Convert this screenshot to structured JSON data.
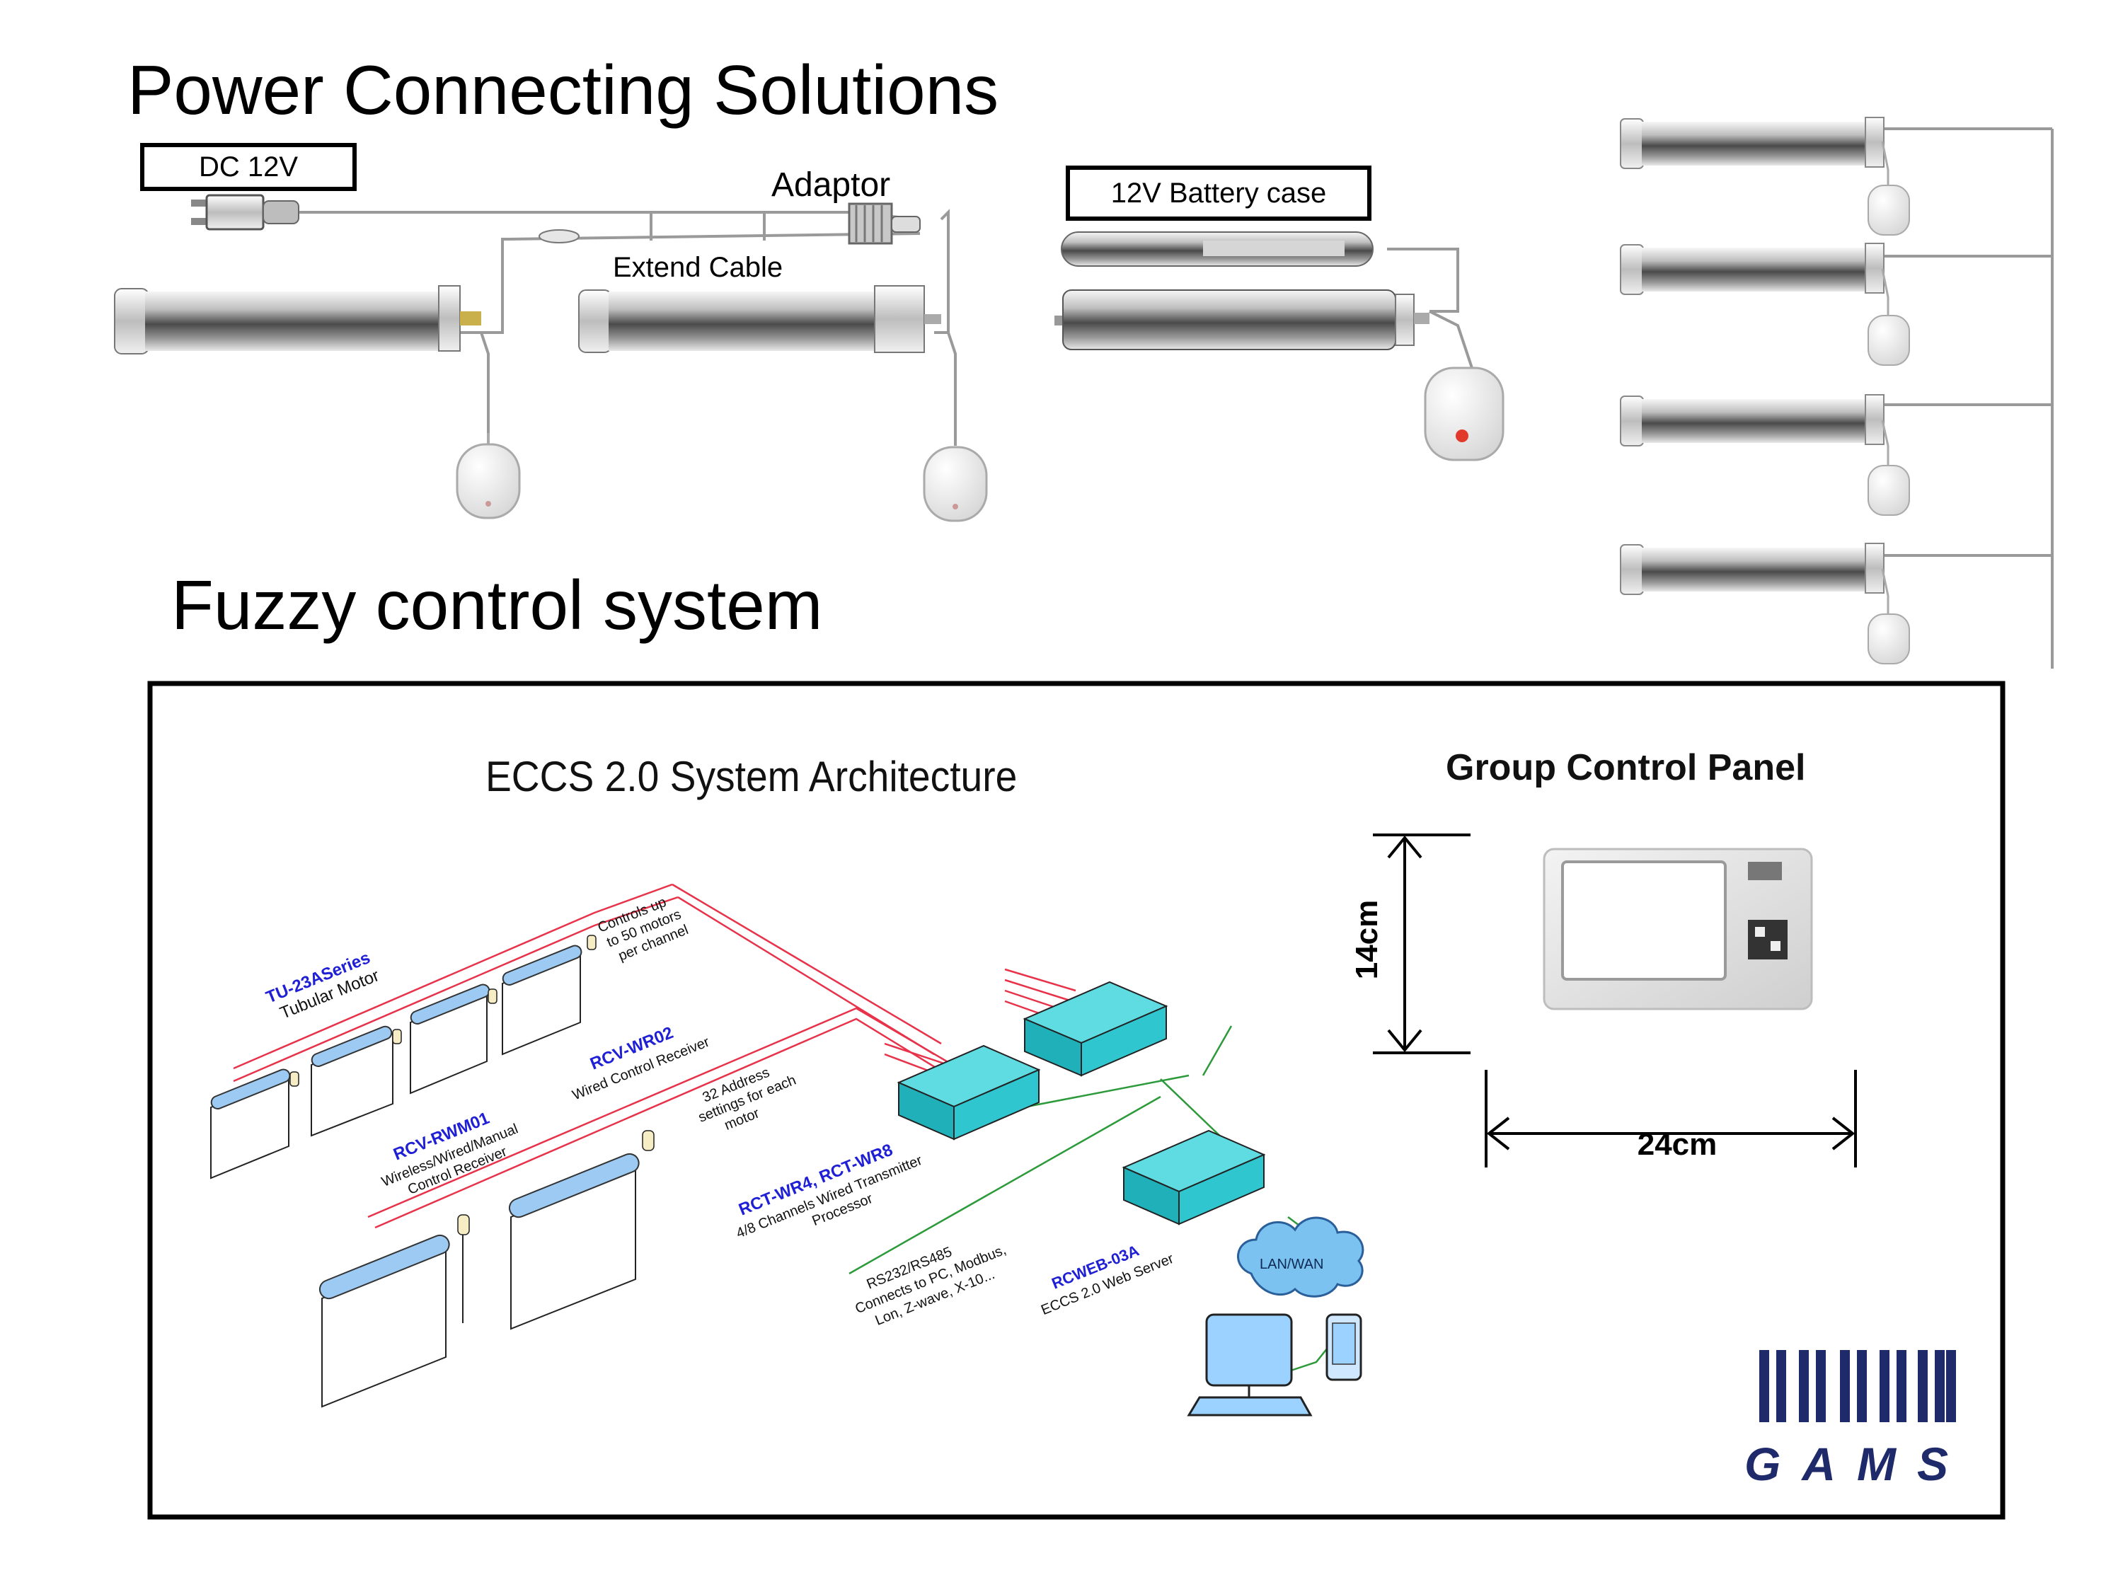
{
  "header": {
    "title": "Power Connecting Solutions",
    "subtitle": "Fuzzy control system"
  },
  "power": {
    "dc_label": "DC 12V",
    "adaptor_label": "Adaptor",
    "extend_cable_label": "Extend Cable",
    "battery_label": "12V Battery case"
  },
  "eccs": {
    "title": "ECCS 2.0  System Architecture",
    "tu_model": "TU-23ASeries",
    "tu_desc": "Tubular Motor",
    "controls_note_1": "Controls up",
    "controls_note_2": "to 50 motors",
    "controls_note_3": "per channel",
    "rcv_wr02_model": "RCV-WR02",
    "rcv_wr02_desc": "Wired Control Receiver",
    "address_note_1": "32 Address",
    "address_note_2": "settings for each",
    "address_note_3": "motor",
    "rcv_rwm01_model": "RCV-RWM01",
    "rcv_rwm01_desc_1": "Wireless/Wired/Manual",
    "rcv_rwm01_desc_2": "Control Receiver",
    "rct_model": "RCT-WR4, RCT-WR8",
    "rct_desc_1": "4/8 Channels Wired Transmitter",
    "rct_desc_2": "Processor",
    "rs_note_1": "RS232/RS485",
    "rs_note_2": "Connects to PC, Modbus,",
    "rs_note_3": "Lon, Z-wave, X-10...",
    "rcweb_model": "RCWEB-03A",
    "rcweb_desc": "ECCS 2.0 Web Server",
    "lan_label": "LAN/WAN"
  },
  "panel": {
    "title": "Group Control Panel",
    "height_label": "14cm",
    "width_label": "24cm"
  },
  "brand": {
    "logo_text": "GAMS",
    "logo_color": "#1f2a6b"
  },
  "colors": {
    "box_fill": "#2fc6cf",
    "blind_bar": "#9ccaf2",
    "red_wire": "#e8324a",
    "green_wire": "#2c9a3a",
    "model_blue": "#1f1fd6"
  }
}
